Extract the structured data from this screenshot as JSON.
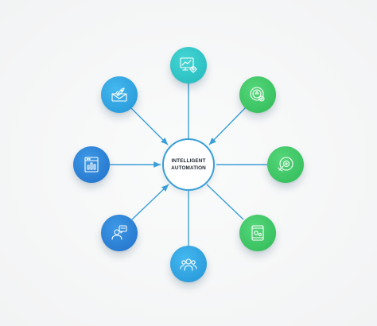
{
  "diagram": {
    "center": {
      "line1": "INTELLIGENT",
      "line2": "AUTOMATION"
    },
    "colors": {
      "teal": "#2fc5c7",
      "sky": "#2fa3e2",
      "blue": "#2a7fd6",
      "green": "#3dc766",
      "connector": "#3a9fd8"
    },
    "nodes": [
      {
        "id": "top",
        "icon": "analytics-gear-icon",
        "color": "teal"
      },
      {
        "id": "upper-left",
        "icon": "rocket-envelope-icon",
        "color": "sky"
      },
      {
        "id": "upper-right",
        "icon": "target-gear-icon",
        "color": "green"
      },
      {
        "id": "left",
        "icon": "dashboard-chart-icon",
        "color": "blue"
      },
      {
        "id": "right",
        "icon": "touch-circle-icon",
        "color": "green"
      },
      {
        "id": "lower-left",
        "icon": "support-person-icon",
        "color": "blue"
      },
      {
        "id": "lower-right",
        "icon": "mobile-settings-icon",
        "color": "green"
      },
      {
        "id": "bottom",
        "icon": "team-people-icon",
        "color": "sky"
      }
    ]
  }
}
